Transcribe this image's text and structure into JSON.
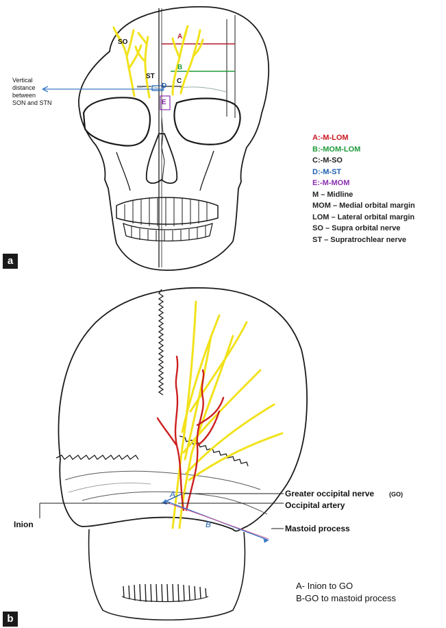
{
  "panel_a": {
    "tag": "a",
    "labels": {
      "so": "SO",
      "st": "ST",
      "a": "A",
      "b": "B",
      "c": "C",
      "d": "D",
      "e": "E"
    },
    "vertical_distance": [
      "Vertical",
      "distance",
      "between",
      "SON and STN"
    ],
    "legend": [
      {
        "text": "A:-M-LOM",
        "color": "#c8171e"
      },
      {
        "text": "B:-MOM-LOM",
        "color": "#1f9a3a"
      },
      {
        "text": "C:-M-SO",
        "color": "#222222"
      },
      {
        "text": "D:-M-ST",
        "color": "#1f5fb0"
      },
      {
        "text": "E:-M-MOM",
        "color": "#8a2fb0"
      },
      {
        "text": "M – Midline",
        "color": "#222222"
      },
      {
        "text": "MOM – Medial orbital margin",
        "color": "#222222"
      },
      {
        "text": "LOM – Lateral orbital margin",
        "color": "#222222"
      },
      {
        "text": "SO – Supra orbital nerve",
        "color": "#222222"
      },
      {
        "text": "ST – Supratrochlear nerve",
        "color": "#222222"
      }
    ]
  },
  "panel_b": {
    "tag": "b",
    "labels": {
      "greater_occipital_nerve": "Greater occipital nerve",
      "go_abbrev": "(GO)",
      "occipital_artery": "Occipital artery",
      "inion": "Inion",
      "mastoid_process": "Mastoid process",
      "a": "A",
      "b": "B"
    },
    "key": [
      "A- Inion to GO",
      "B-GO  to mastoid process"
    ]
  },
  "colors": {
    "nerve": "#f2e21a",
    "artery": "#cc1f1f",
    "arrow": "#3a78c8",
    "line_a": "#b0182a",
    "line_b": "#1f9a3a",
    "line_c": "#1a1a1a",
    "line_d": "#1f5fb0",
    "line_e": "#8a2fb0"
  }
}
